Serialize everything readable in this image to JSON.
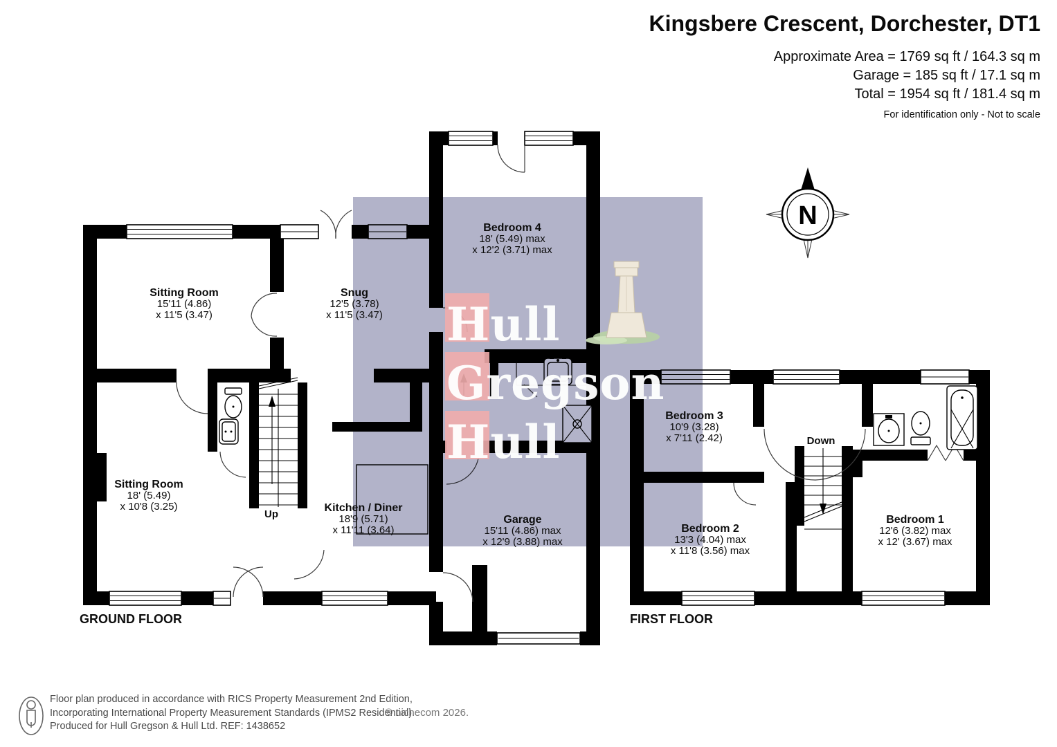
{
  "header": {
    "title": "Kingsbere Crescent, Dorchester, DT1",
    "area_line": "Approximate Area = 1769 sq ft / 164.3 sq m",
    "garage_line": "Garage = 185 sq ft / 17.1 sq m",
    "total_line": "Total = 1954 sq ft / 181.4 sq m",
    "disclaimer": "For identification only - Not to scale"
  },
  "floors": {
    "ground_label": "GROUND FLOOR",
    "first_label": "FIRST FLOOR"
  },
  "rooms": {
    "sitting_room_top": {
      "name": "Sitting Room",
      "dim1": "15'11 (4.86)",
      "dim2": "x 11'5 (3.47)"
    },
    "snug": {
      "name": "Snug",
      "dim1": "12'5 (3.78)",
      "dim2": "x 11'5 (3.47)"
    },
    "sitting_room_bottom": {
      "name": "Sitting Room",
      "dim1": "18' (5.49)",
      "dim2": "x 10'8 (3.25)"
    },
    "kitchen_diner": {
      "name": "Kitchen / Diner",
      "dim1": "18'9 (5.71)",
      "dim2": "x 11'11 (3.64)"
    },
    "bedroom4": {
      "name": "Bedroom 4",
      "dim1": "18' (5.49) max",
      "dim2": "x 12'2 (3.71) max"
    },
    "garage": {
      "name": "Garage",
      "dim1": "15'11 (4.86) max",
      "dim2": "x 12'9 (3.88) max"
    },
    "bedroom3": {
      "name": "Bedroom 3",
      "dim1": "10'9 (3.28)",
      "dim2": "x 7'11 (2.42)"
    },
    "bedroom2": {
      "name": "Bedroom 2",
      "dim1": "13'3 (4.04) max",
      "dim2": "x 11'8 (3.56) max"
    },
    "bedroom1": {
      "name": "Bedroom 1",
      "dim1": "12'6 (3.82) max",
      "dim2": "x 12' (3.67) max"
    }
  },
  "stairs": {
    "up_label": "Up",
    "down_label": "Down"
  },
  "compass": {
    "label": "N"
  },
  "watermark": {
    "line1": "Hull",
    "line2": "Gregson",
    "line3": "Hull"
  },
  "footer": {
    "line1": "Floor plan produced in accordance with RICS Property Measurement 2nd Edition,",
    "line2": "Incorporating International Property Measurement Standards (IPMS2 Residential).",
    "line3": "Produced for Hull Gregson & Hull  Ltd.   REF: 1438652",
    "copyright": "© nichecom 2026."
  },
  "colors": {
    "overlay": "#b2b3c9",
    "watermark_pink": "#f0acac",
    "monument_body": "#efe8da",
    "monument_grass": "#b9d3a2"
  }
}
